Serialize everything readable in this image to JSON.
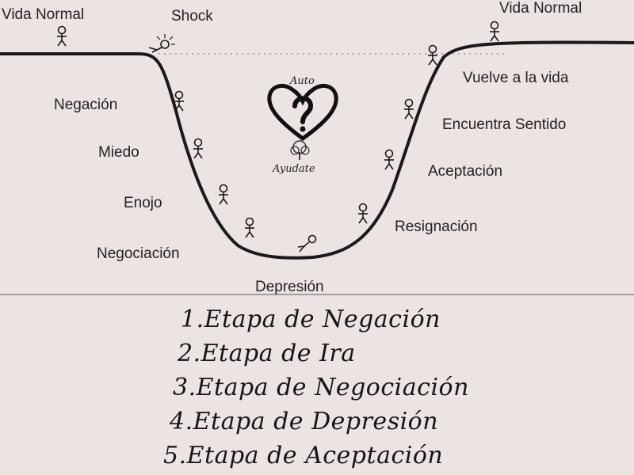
{
  "diagram": {
    "labels": {
      "vida_normal_left": "Vida Normal",
      "shock": "Shock",
      "vida_normal_right": "Vida Normal",
      "negacion": "Negación",
      "miedo": "Miedo",
      "enojo": "Enojo",
      "negociacion": "Negociación",
      "depresion": "Depresión",
      "resignacion": "Resignación",
      "aceptacion": "Aceptación",
      "encuentra_sentido": "Encuentra Sentido",
      "vuelve_a_la_vida": "Vuelve a la vida"
    },
    "logo": {
      "top_text": "Auto",
      "bottom_text": "Ayudate"
    }
  },
  "stages": [
    "1.Etapa de Negación",
    "2.Etapa de Ira",
    "3.Etapa de Negociación",
    "4.Etapa de Depresión",
    "5.Etapa de Aceptación"
  ],
  "colors": {
    "background": "#ece3e3",
    "curve": "#1a1a1a",
    "text": "#222222"
  }
}
